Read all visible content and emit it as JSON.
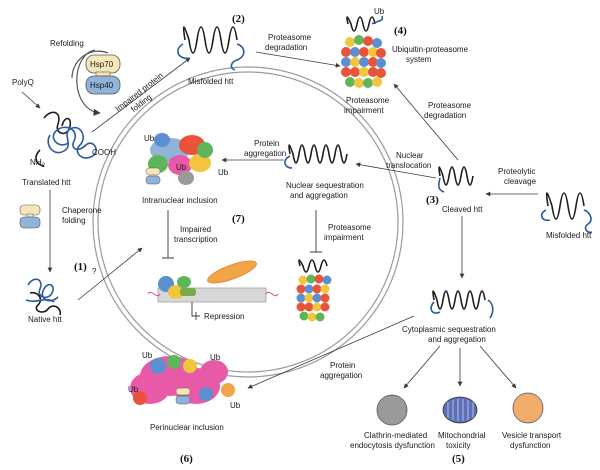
{
  "labels": {
    "polyq": "PolyQ",
    "refolding": "Refolding",
    "hsp70": "Hsp70",
    "hsp40": "Hsp40",
    "impaired_folding": [
      "Impaired protein",
      "folding"
    ],
    "misfolded_htt_top": "Misfolded htt",
    "proteasome_degradation_top": [
      "Proteasome",
      "degradation"
    ],
    "ub": "Ub",
    "ups": [
      "Ubiquitin-proteasome",
      "system"
    ],
    "proteasome_impairment_top": [
      "Proteasome",
      "impairment"
    ],
    "proteasome_degradation_right": [
      "Proteasome",
      "degradation"
    ],
    "nh2": "NH",
    "nh2_sub": "2",
    "cooh": "COOH",
    "translated_htt": "Translated htt",
    "chaperone_folding": [
      "Chaperone",
      "folding"
    ],
    "native_htt": "Native htt",
    "question": "?",
    "protein_aggregation_mid": [
      "Protein",
      "aggregation"
    ],
    "intranuclear_inclusion": "Intranuclear inclusion",
    "nuclear_seq": [
      "Nuclear sequestration",
      "and aggregation"
    ],
    "nuclear_translocation": [
      "Nuclear",
      "translocation"
    ],
    "cleaved_htt": "Cleaved htt",
    "proteolytic_cleavage": [
      "Proteolytic",
      "cleavage"
    ],
    "misfolded_htt_right": "Misfolded htt",
    "impaired_transcription": [
      "Impaired",
      "transcription"
    ],
    "proteasome_impairment_mid": [
      "Proteasome",
      "impairment"
    ],
    "repression": "Repression",
    "cytoplasmic_seq": [
      "Cytoplasmic sequestration",
      "and aggregation"
    ],
    "protein_aggregation_low": [
      "Protein",
      "aggregation"
    ],
    "perinuclear_inclusion": "Perinuclear inclusion",
    "clathrin": [
      "Clathrin-mediated",
      "endocytosis dysfunction"
    ],
    "mito": [
      "Mitochondrial",
      "toxicity"
    ],
    "vesicle": [
      "Vesicle transport",
      "dysfunction"
    ]
  },
  "step_numbers": {
    "s1": "(1)",
    "s2": "(2)",
    "s3": "(3)",
    "s4": "(4)",
    "s5": "(5)",
    "s6": "(6)",
    "s7": "(7)"
  },
  "colors": {
    "coil_black": "#1f1f1f",
    "coil_blue": "#2c5aa0",
    "hsp70": "#f6e7b8",
    "hsp40": "#8fb3d9",
    "proteasome_red": "#e8533a",
    "proteasome_blue": "#5b8fd0",
    "proteasome_yellow": "#f2c53d",
    "proteasome_green": "#5fb55a",
    "inclusion_pink": "#e85aa8",
    "gray_organelle": "#9a9a9a",
    "mito_blue": "#5c70b8",
    "vesicle_orange": "#f3ad6b"
  }
}
